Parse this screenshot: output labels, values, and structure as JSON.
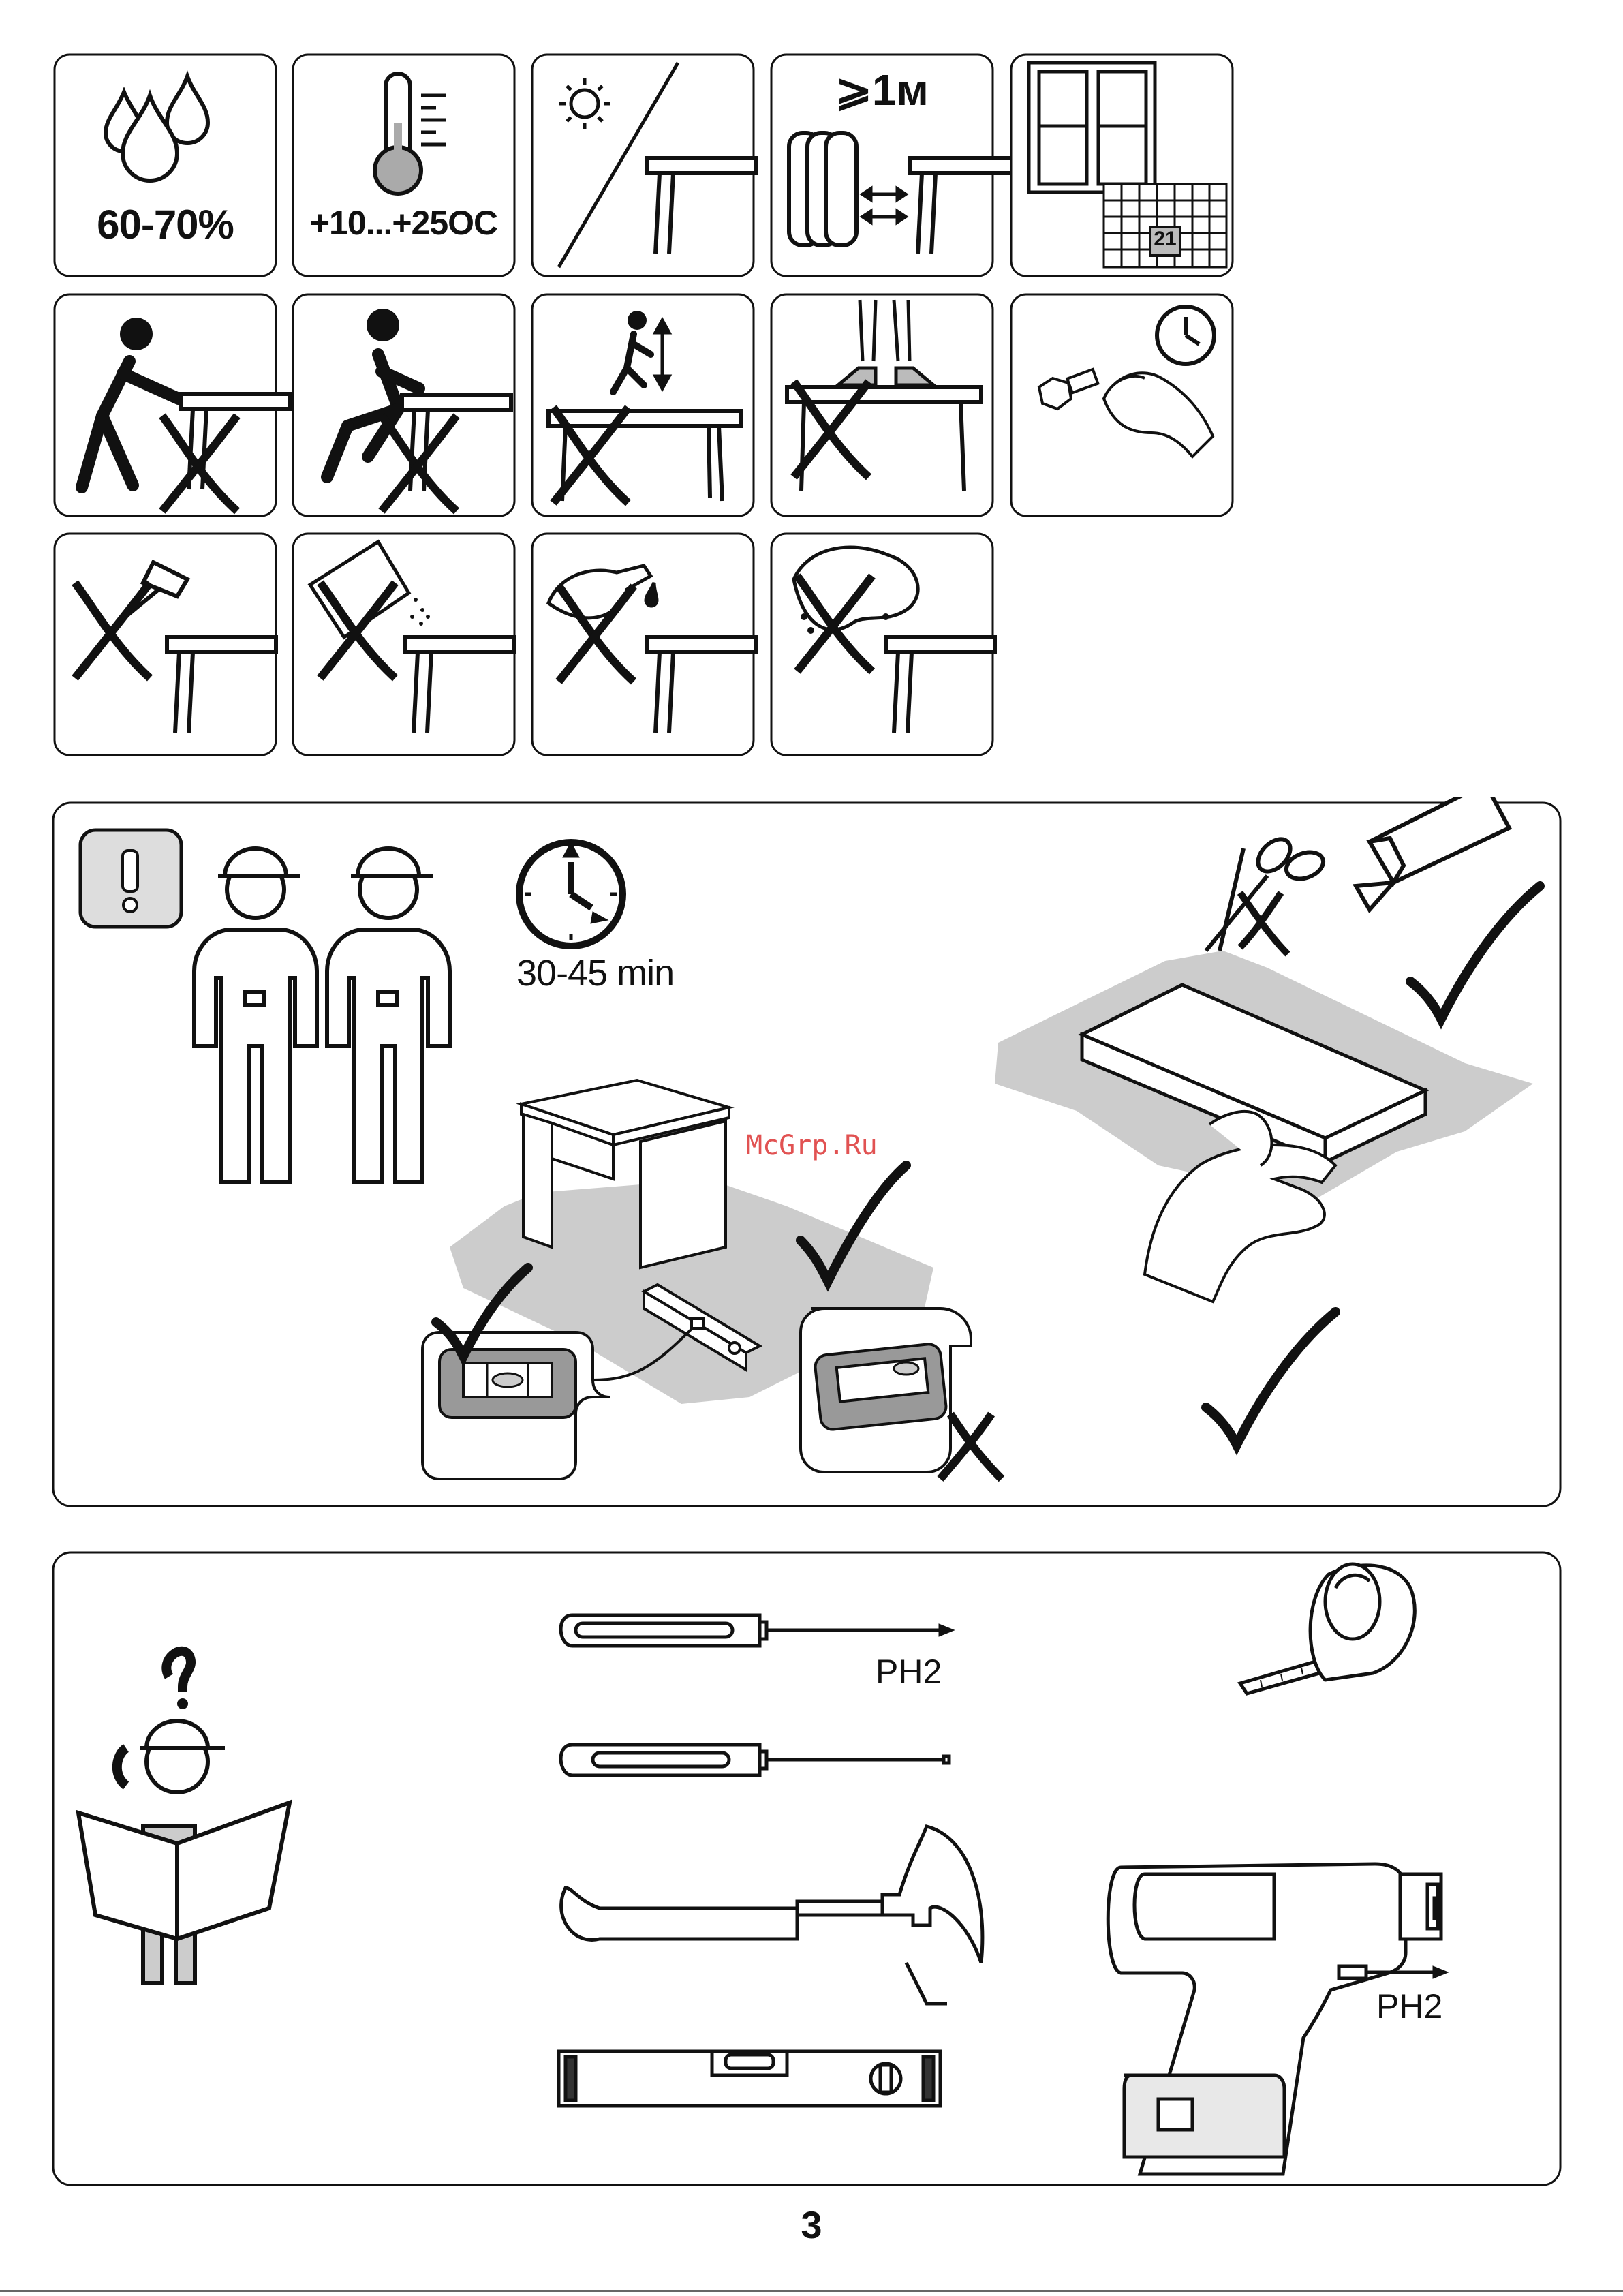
{
  "icons": {
    "humidity": "60-70%",
    "temperature": "+10...+25",
    "temperature_unit": "OC",
    "distance": "⩾1м",
    "calendar_day": "21"
  },
  "prep": {
    "time": "30-45 min",
    "watermark": "McGrp.Ru"
  },
  "tools": {
    "phillips_bit": "PH2",
    "drill_bit": "PH2"
  },
  "page_number": "3"
}
